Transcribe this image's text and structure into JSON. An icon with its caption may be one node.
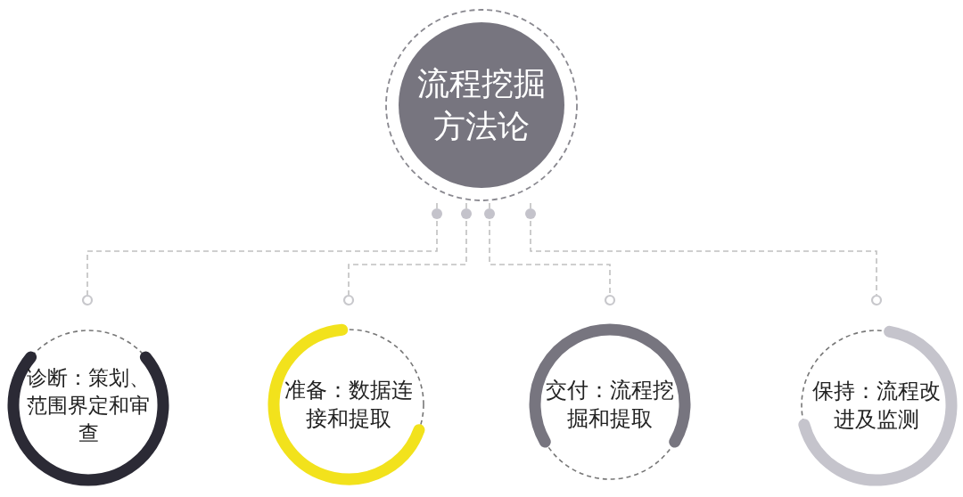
{
  "diagram": {
    "nodes": [
      {
        "text": [
          "流程挖掘方法论"
        ]
      },
      {
        "text": [
          "诊断：策划、范围界定和审查"
        ]
      },
      {
        "text": [
          "准备：数据连接和提取"
        ]
      },
      {
        "text": [
          "交付：流程挖掘和提取"
        ]
      },
      {
        "text": [
          "保持：流程改进及监测"
        ]
      }
    ],
    "edges": [
      {
        "from": 0,
        "to": 1,
        "arrow": "other",
        "style": "dashed"
      },
      {
        "from": 0,
        "to": 2,
        "arrow": "other",
        "style": "dashed"
      },
      {
        "from": 0,
        "to": 3,
        "arrow": "other",
        "style": "dashed"
      },
      {
        "from": 0,
        "to": 4,
        "arrow": "other",
        "style": "dashed"
      }
    ]
  }
}
